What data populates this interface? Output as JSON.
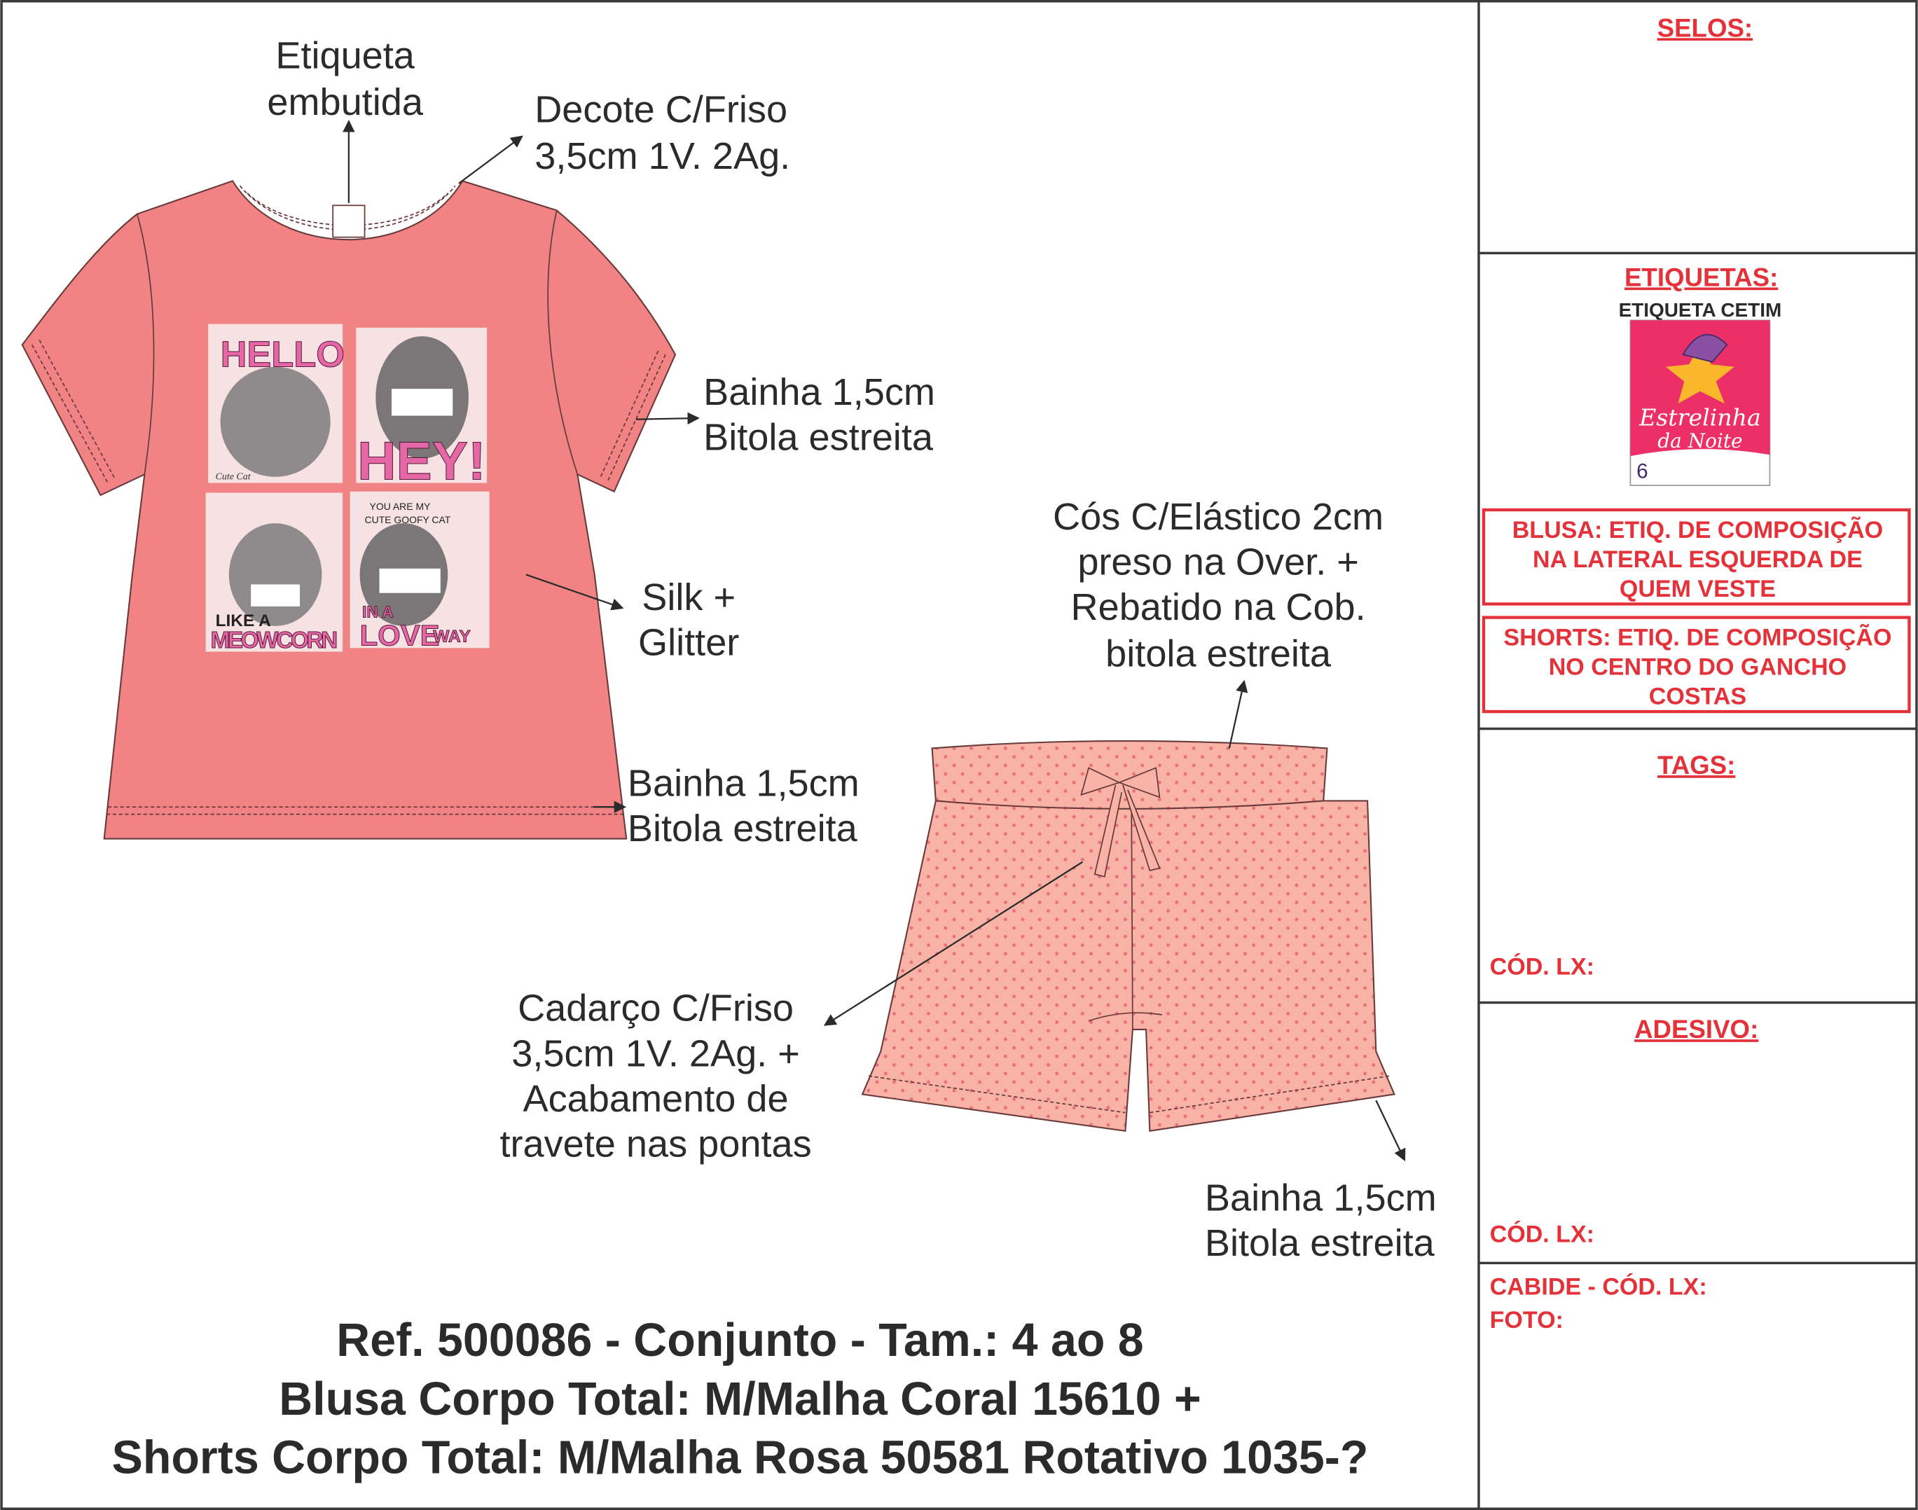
{
  "colors": {
    "coral": "#f28385",
    "shorts": "#f8b3a6",
    "dots": "#e9707a",
    "red": "#e4323a",
    "text": "#2b2b2b",
    "logo_pink": "#ec2f66",
    "logo_star": "#fbb72c"
  },
  "annotations": {
    "etiqueta": [
      "Etiqueta",
      "embutida"
    ],
    "decote": [
      "Decote C/Friso",
      "3,5cm 1V. 2Ag."
    ],
    "bainha_manga": [
      "Bainha 1,5cm",
      "Bitola estreita"
    ],
    "silk": [
      "Silk +",
      "Glitter"
    ],
    "bainha_barra": [
      "Bainha 1,5cm",
      "Bitola estreita"
    ],
    "cos": [
      "Cós C/Elástico 2cm",
      "preso na Over. +",
      "Rebatido na Cob.",
      "bitola estreita"
    ],
    "cadarco": [
      "Cadarço C/Friso",
      "3,5cm 1V. 2Ag. +",
      "Acabamento de",
      "travete nas pontas"
    ],
    "bainha_shorts": [
      "Bainha 1,5cm",
      "Bitola estreita"
    ]
  },
  "print": {
    "panel1": "HELLO",
    "panel1_small": "Cute Cat",
    "panel2": "HEY!",
    "panel3_top": "LIKE A",
    "panel3": "MEOWCORN",
    "panel4_top": [
      "YOU ARE MY",
      "CUTE GOOFY CAT"
    ],
    "panel4_a": "IN A",
    "panel4_b": "LOVE",
    "panel4_c": "WAY"
  },
  "title": [
    "Ref. 500086 - Conjunto - Tam.: 4 ao 8",
    "Blusa Corpo Total: M/Malha Coral 15610 +",
    "Shorts Corpo Total: M/Malha Rosa 50581 Rotativo 1035-?"
  ],
  "panel": {
    "selos": "SELOS:",
    "etiquetas": "ETIQUETAS:",
    "etiqueta_cetim": "ETIQUETA CETIM",
    "logo": {
      "line1": "Estrelinha",
      "line2": "da Noite",
      "size": "6"
    },
    "blusa_note": [
      "BLUSA: ETIQ. DE COMPOSIÇÃO",
      "NA LATERAL ESQUERDA DE",
      "QUEM VESTE"
    ],
    "shorts_note": [
      "SHORTS: ETIQ. DE COMPOSIÇÃO",
      "NO CENTRO DO GANCHO",
      "COSTAS"
    ],
    "tags": "TAGS:",
    "tags_cod": "CÓD. LX:",
    "adesivo": "ADESIVO:",
    "adesivo_cod": "CÓD. LX:",
    "cabide": "CABIDE - CÓD. LX:",
    "foto": "FOTO:"
  }
}
